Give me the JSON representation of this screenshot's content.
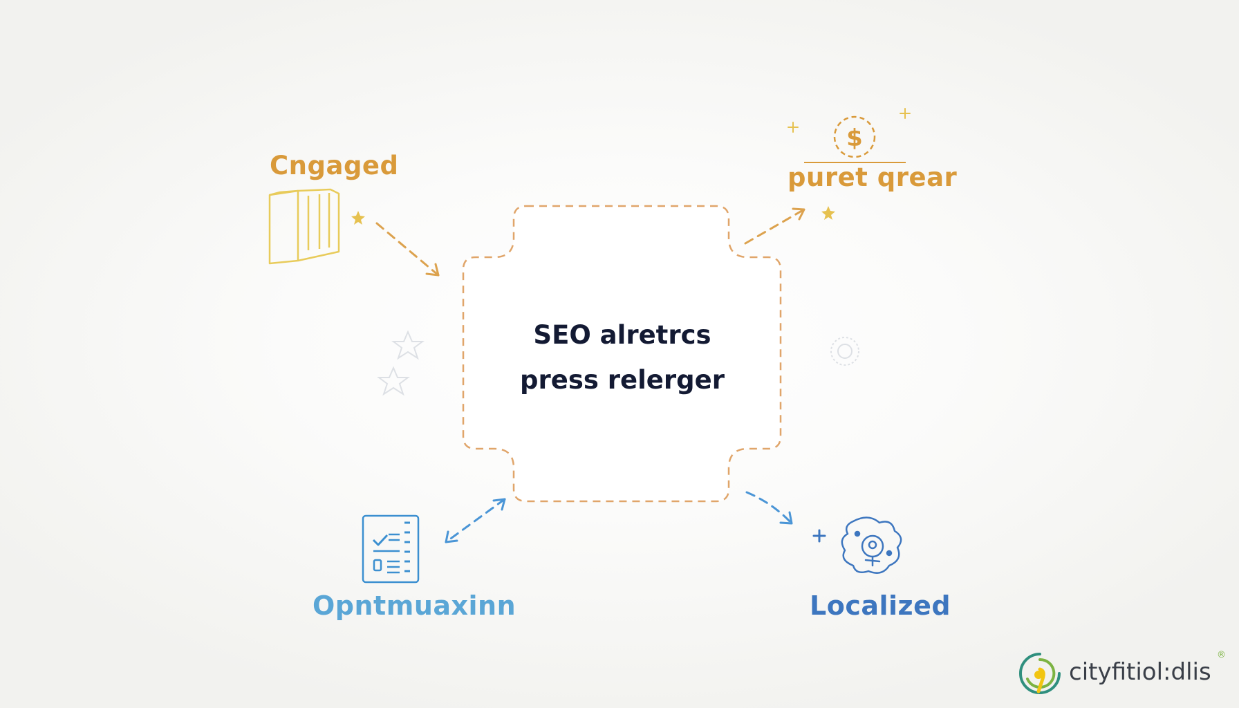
{
  "center": {
    "line1": "SEO alretrcs",
    "line2": "press relerger"
  },
  "nodes": {
    "top_left": {
      "label": "Cngaged",
      "icon": "folder-icon",
      "color": "#d99a3a",
      "icon_color": "#e8cb5a"
    },
    "top_right": {
      "label": "puret qrear",
      "icon": "dollar-icon",
      "color": "#d99a3a",
      "icon_color": "#d99a3a"
    },
    "bottom_left": {
      "label": "Opntmuaxinn",
      "icon": "checklist-icon",
      "color": "#5aa6d6",
      "icon_color": "#3b8fd0"
    },
    "bottom_right": {
      "label": "Localized",
      "icon": "location-map-icon",
      "color": "#3d76bf",
      "icon_color": "#3d76bf"
    }
  },
  "colors": {
    "box_border": "#e0a56a",
    "arrow_warm": "#dca24e",
    "arrow_cool": "#4a95d6",
    "sparkle": "#dfe2e6"
  },
  "logo": {
    "text": "cityfitiol:dlis",
    "registered": "®"
  }
}
